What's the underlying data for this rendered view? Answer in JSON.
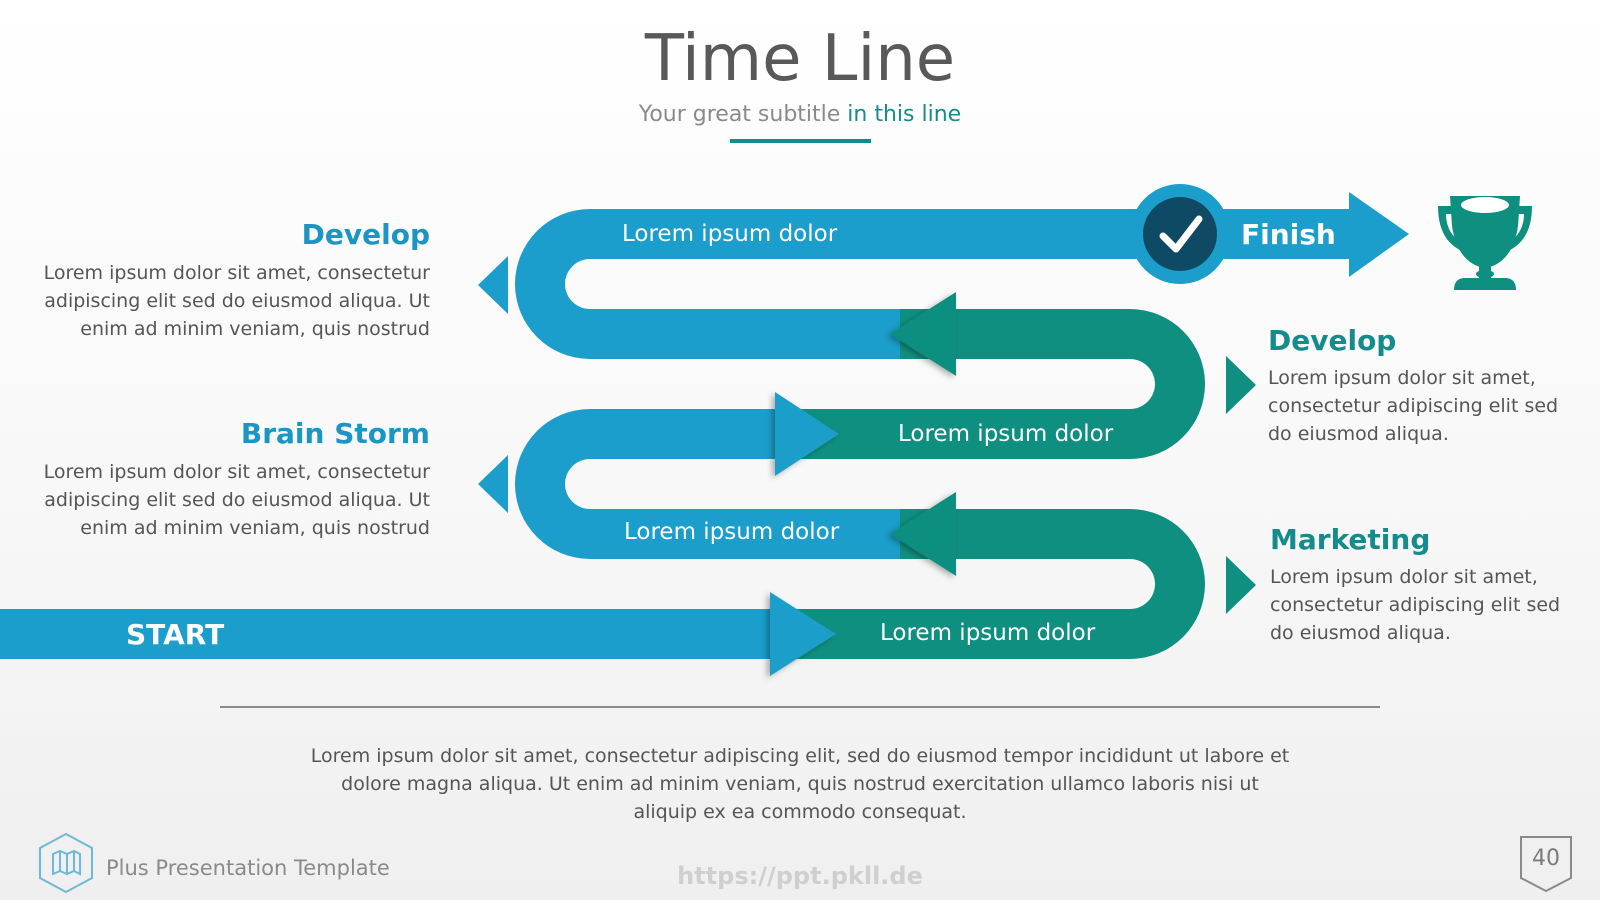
{
  "header": {
    "title": "Time Line",
    "subtitle_part1": "Your great subtitle ",
    "subtitle_highlight": "in this line"
  },
  "road": {
    "start_label": "START",
    "finish_label": "Finish",
    "segment_labels": [
      "Lorem ipsum dolor",
      "Lorem ipsum dolor",
      "Lorem ipsum dolor",
      "Lorem ipsum dolor"
    ]
  },
  "left_items": [
    {
      "heading": "Develop",
      "text": "Lorem ipsum dolor sit amet, consectetur adipiscing elit sed do eiusmod aliqua. Ut enim ad minim veniam, quis nostrud"
    },
    {
      "heading": "Brain Storm",
      "text": "Lorem ipsum dolor sit amet, consectetur adipiscing elit sed do eiusmod aliqua. Ut enim ad minim veniam, quis nostrud"
    }
  ],
  "right_items": [
    {
      "heading": "Develop",
      "text": "Lorem ipsum dolor sit amet, consectetur adipiscing elit sed do eiusmod aliqua."
    },
    {
      "heading": "Marketing",
      "text": "Lorem ipsum dolor sit amet, consectetur adipiscing elit sed do eiusmod aliqua."
    }
  ],
  "footer": {
    "text": "Lorem ipsum dolor sit amet, consectetur adipiscing elit, sed do eiusmod tempor incididunt ut labore et dolore magna aliqua. Ut enim ad minim veniam, quis nostrud exercitation ullamco laboris nisi ut aliquip ex ea commodo consequat.",
    "brand": "Plus Presentation Template",
    "url": "https://ppt.pkll.de",
    "page_number": "40"
  },
  "icons": {
    "check": "check-icon",
    "trophy": "trophy-icon",
    "brand_logo": "map-icon"
  },
  "colors": {
    "blue": "#1b9ecb",
    "teal": "#0f8f80",
    "dark_circle": "#0e4a63",
    "title_gray": "#595959",
    "accent": "#168b8b"
  }
}
